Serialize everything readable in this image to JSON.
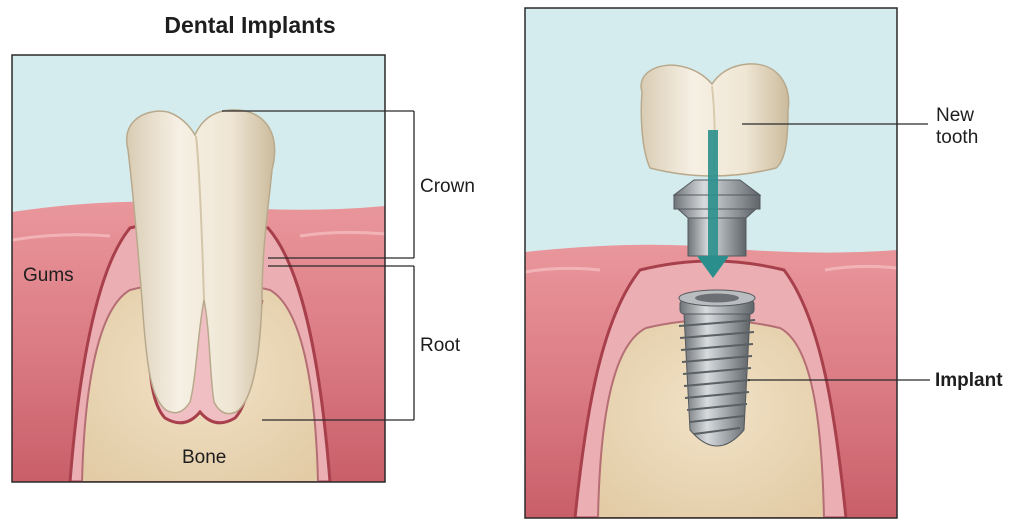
{
  "title": "Dental Implants",
  "labels": {
    "crown": "Crown",
    "root": "Root",
    "gums": "Gums",
    "bone": "Bone",
    "new_tooth_line1": "New",
    "new_tooth_line2": "tooth",
    "implant": "Implant"
  },
  "colors": {
    "sky": "#d4ecee",
    "gum": "#de7f86",
    "gum_dark": "#b24a55",
    "gum_inner": "#eab0b5",
    "bone": "#ecd8b8",
    "tooth": "#f2ebdc",
    "metal": "#9ea3a7",
    "arrow": "#2a8f8c",
    "line": "#2a2a2a"
  }
}
